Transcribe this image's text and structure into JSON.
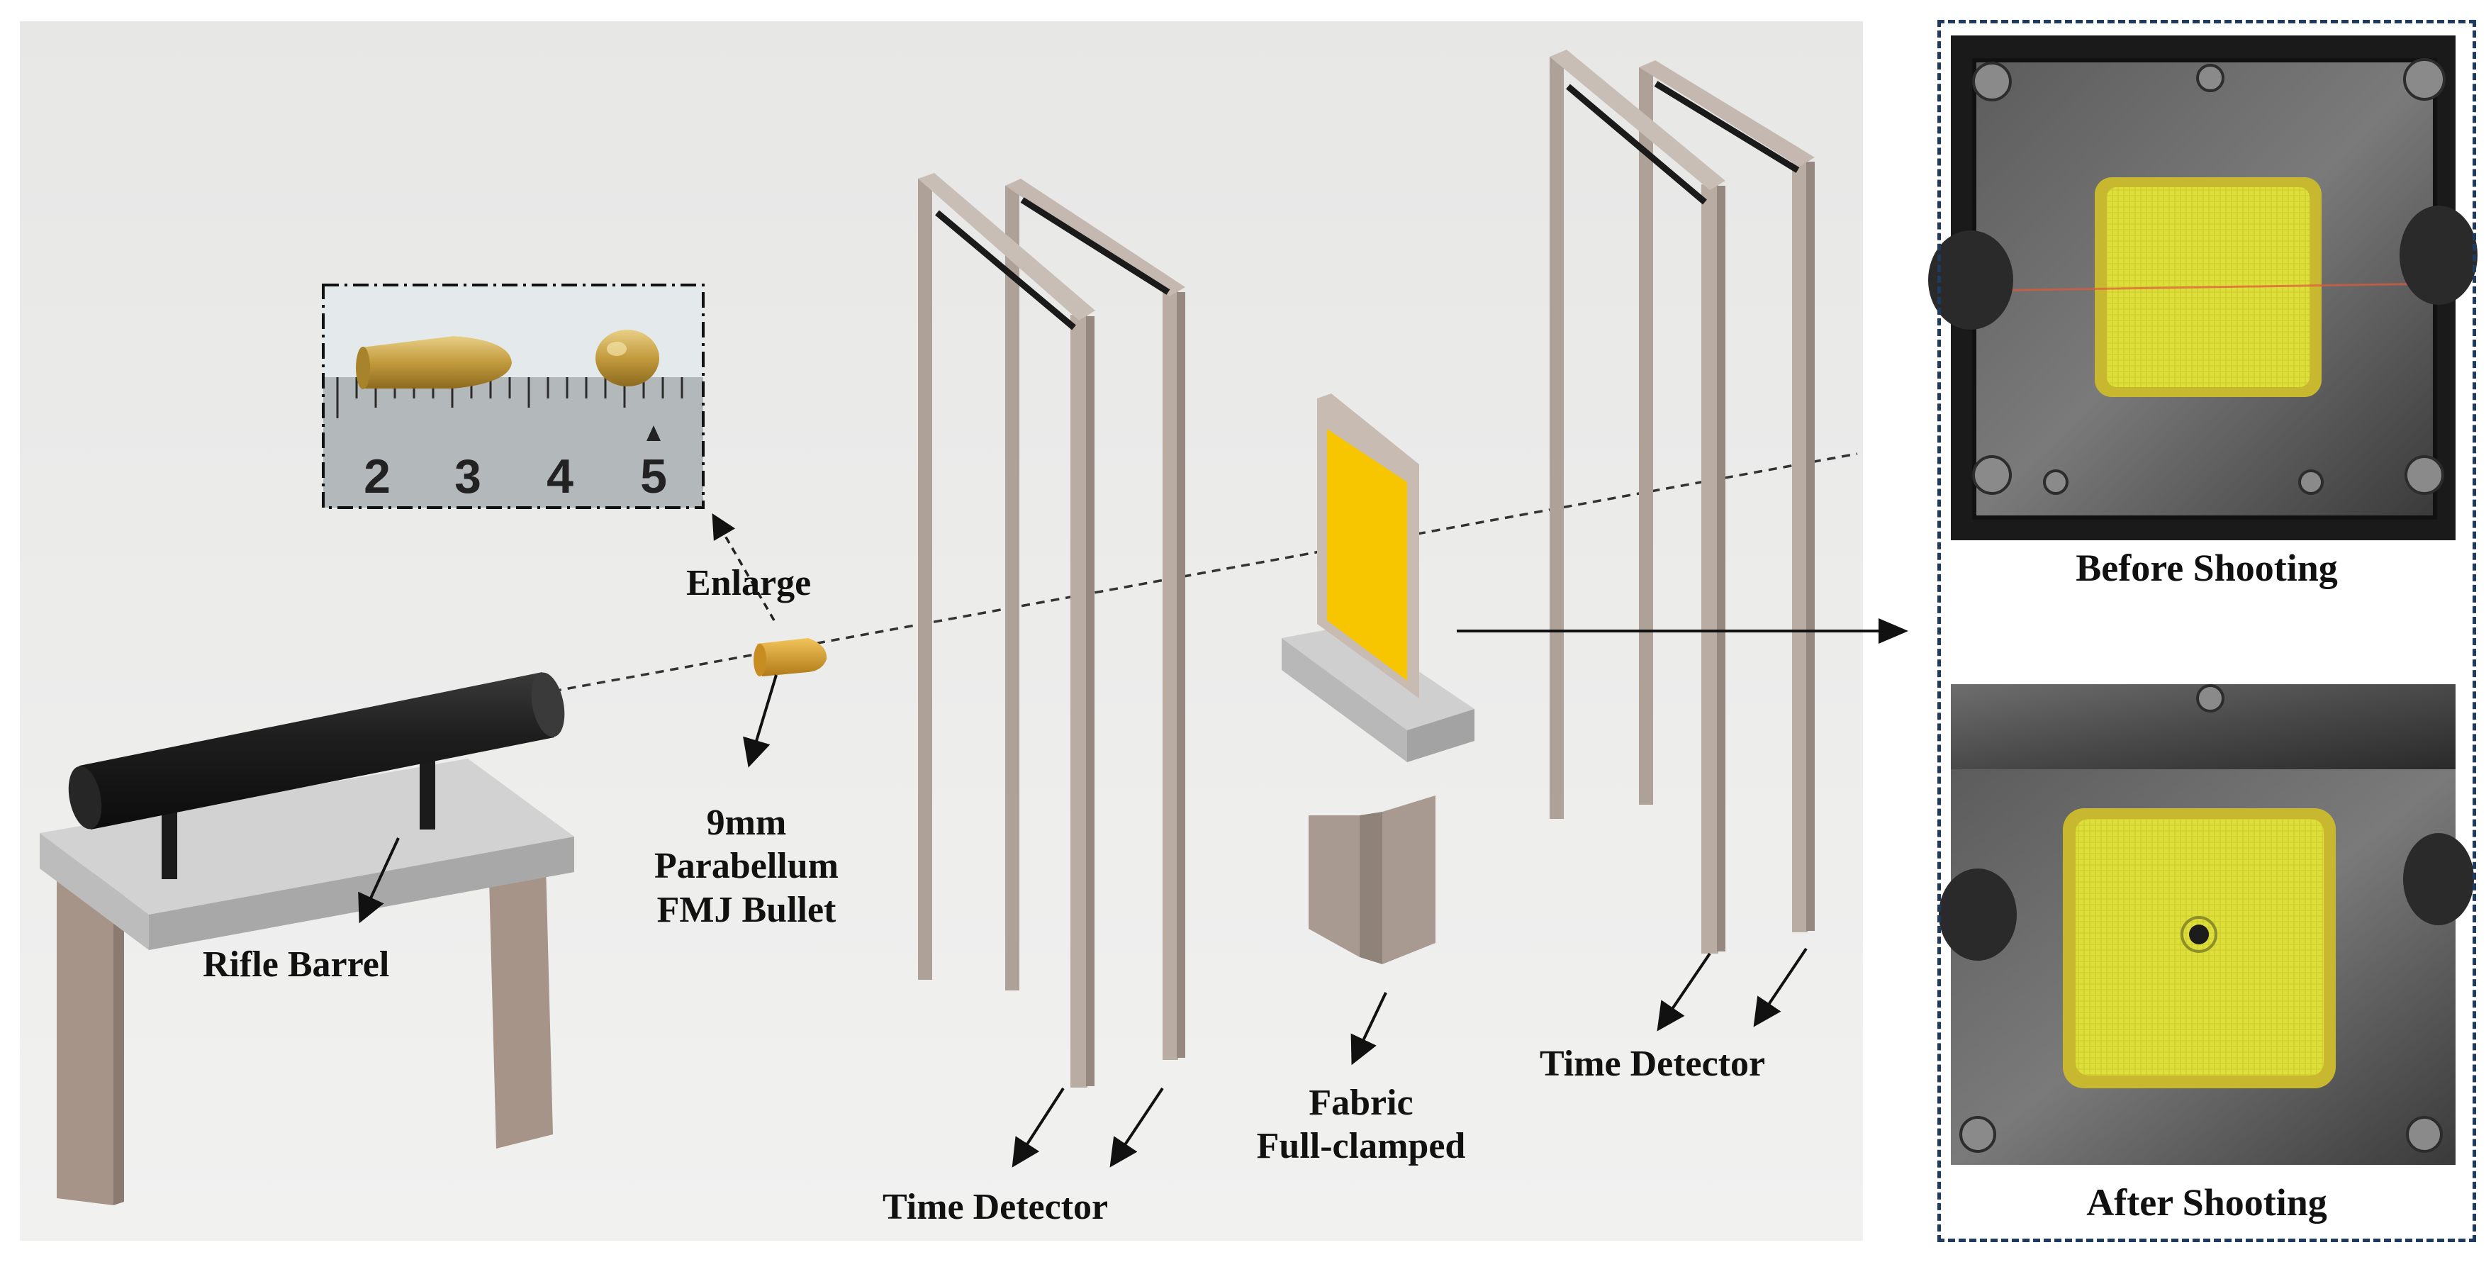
{
  "labels": {
    "enlarge": "Enlarge",
    "bullet": [
      "9mm",
      "Parabellum",
      "FMJ Bullet"
    ],
    "rifle_barrel": "Rifle Barrel",
    "time_detector_left": "Time Detector",
    "fabric": [
      "Fabric",
      "Full-clamped"
    ],
    "time_detector_right": "Time Detector"
  },
  "inset": {
    "ruler_ticks": [
      "2",
      "3",
      "4",
      "5"
    ]
  },
  "panel": {
    "before_caption": "Before Shooting",
    "after_caption": "After Shooting"
  },
  "colors": {
    "fabric": "#f7c600",
    "frame": "#b9aca3",
    "table_top": "#c9c9c9",
    "barrel": "#1d1d1d",
    "bullet": "#d8a030",
    "panel_border": "#1f3a5f",
    "sample_fabric": "#e4e43c"
  }
}
